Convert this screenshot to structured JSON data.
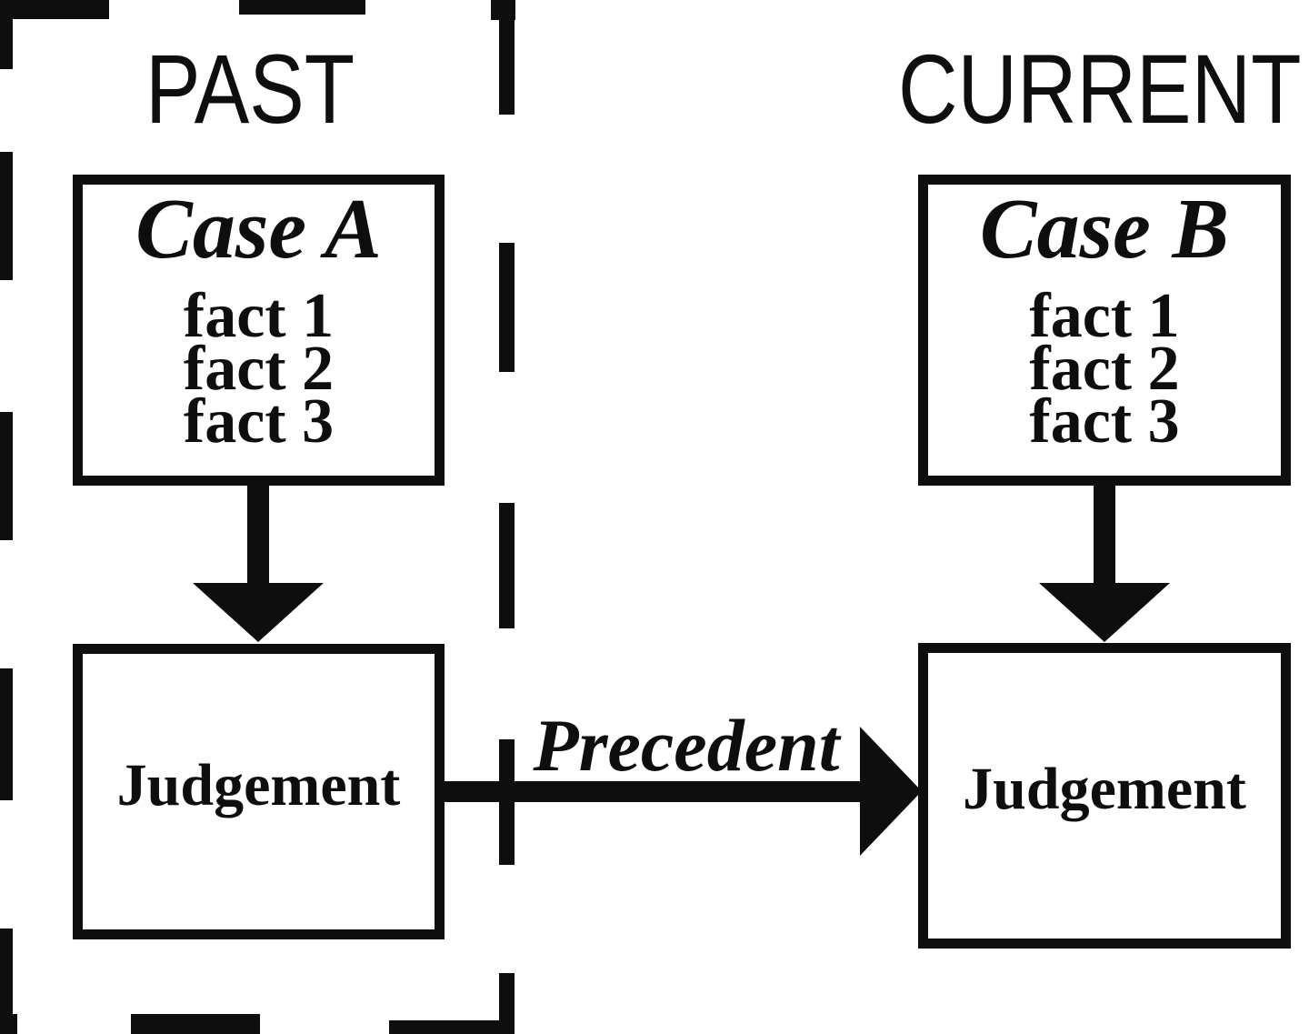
{
  "colors": {
    "ink": "#0e0e0e",
    "background": "#ffffff"
  },
  "past": {
    "label": "PAST",
    "case_box": {
      "title": "Case A",
      "facts": [
        "fact 1",
        "fact 2",
        "fact 3"
      ]
    },
    "judgement_box": {
      "label": "Judgement"
    }
  },
  "current": {
    "label": "CURRENT",
    "case_box": {
      "title": "Case B",
      "facts": [
        "fact 1",
        "fact 2",
        "fact 3"
      ]
    },
    "judgement_box": {
      "label": "Judgement"
    }
  },
  "precedent": {
    "label": "Precedent"
  }
}
